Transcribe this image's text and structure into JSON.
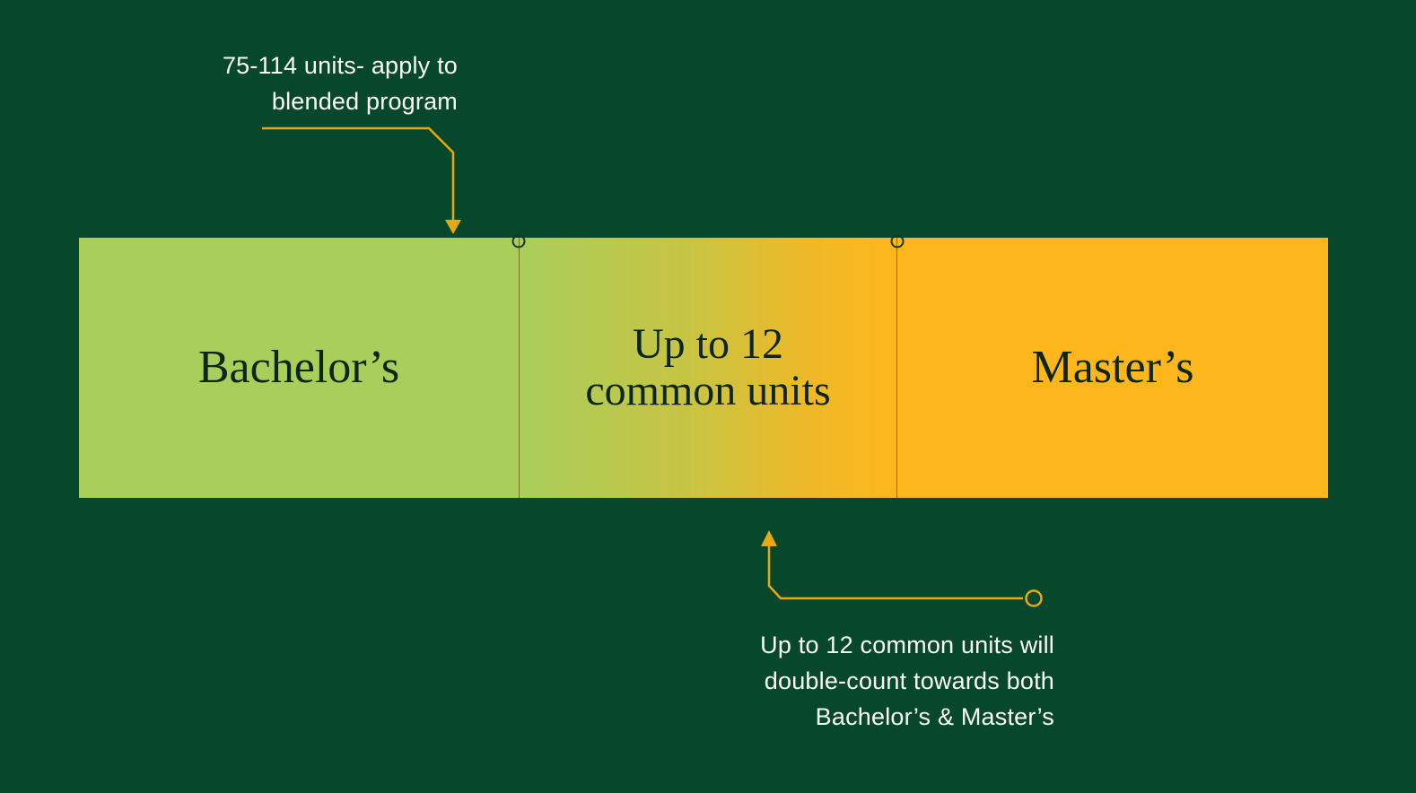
{
  "title": "Blended program units diagram",
  "colors": {
    "background": "#07482C",
    "bachelors_green": "#A9CE5B",
    "masters_gold": "#FDB71C",
    "bar_text": "#0C2617",
    "annotation_text": "#FCFCF7",
    "connector_gold": "#E8A812"
  },
  "bar": {
    "sections": [
      {
        "id": "bachelors",
        "label": "Bachelor’s"
      },
      {
        "id": "common-units",
        "line1": "Up to 12",
        "line2": "common units"
      },
      {
        "id": "masters",
        "label": "Master’s"
      }
    ]
  },
  "annotations": {
    "top": {
      "line1": "75-114 units- apply to",
      "line2": "blended program"
    },
    "bottom": {
      "line1": "Up to 12 common units will",
      "line2": "double-count towards both",
      "line3": "Bachelor’s & Master’s"
    }
  }
}
